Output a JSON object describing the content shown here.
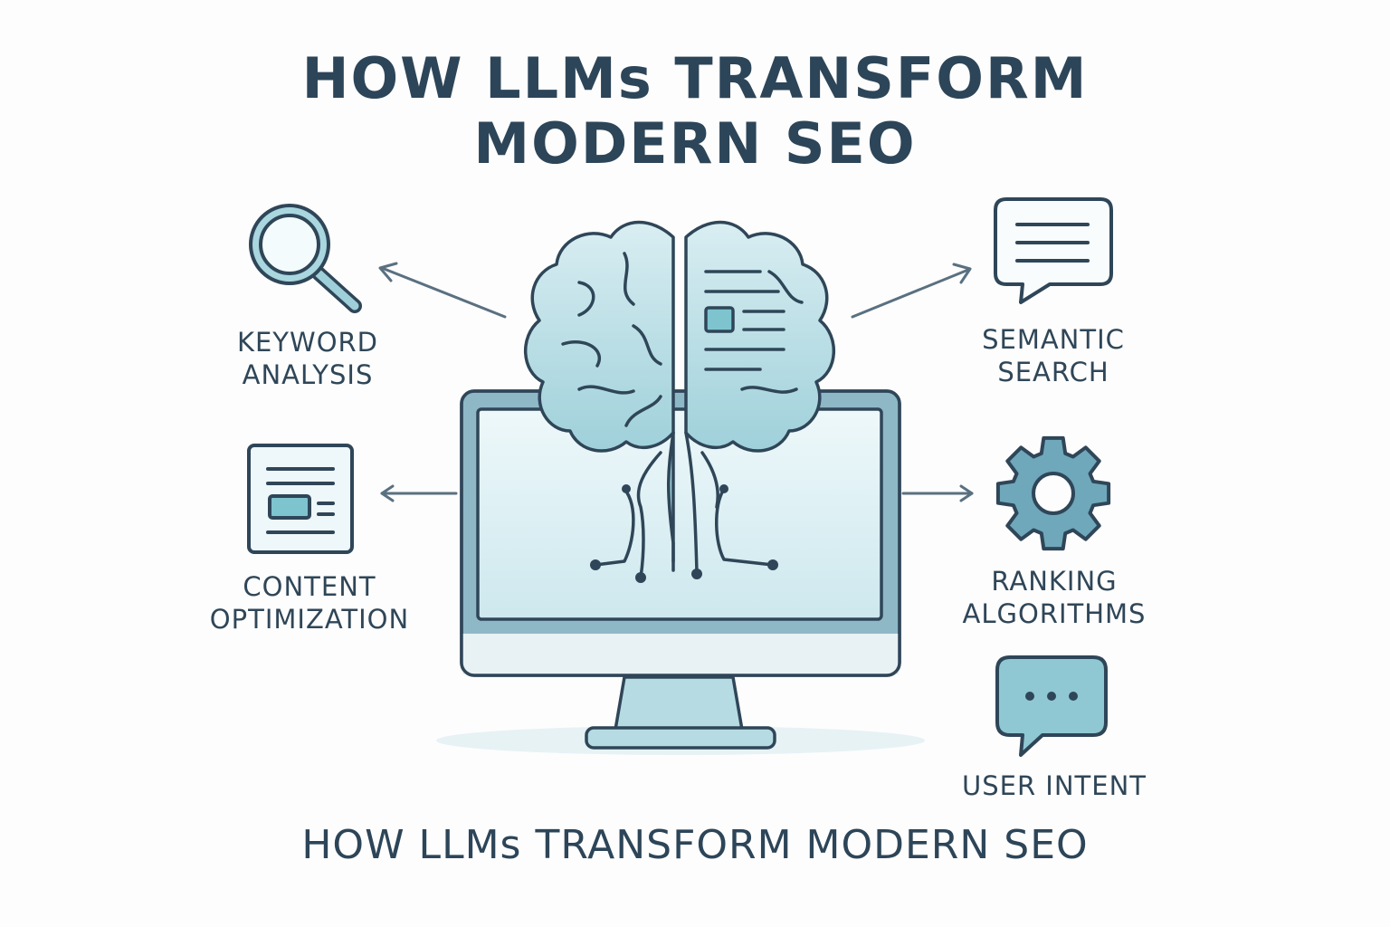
{
  "title": {
    "line1": "HOW LLMs TRANSFORM",
    "line2": "MODERN SEO"
  },
  "footer": "HOW LLMs TRANSFORM MODERN SEO",
  "features": {
    "keyword": {
      "line1": "KEYWORD",
      "line2": "ANALYSIS",
      "icon": "magnifier-icon"
    },
    "content": {
      "line1": "CONTENT",
      "line2": "OPTIMIZATION",
      "icon": "document-icon"
    },
    "semantic": {
      "line1": "SEMANTIC",
      "line2": "SEARCH",
      "icon": "speech-bubble-icon"
    },
    "ranking": {
      "line1": "RANKING",
      "line2": "ALGORITHMS",
      "icon": "gear-icon"
    },
    "intent": {
      "line1": "USER INTENT",
      "icon": "chat-dots-icon"
    }
  },
  "colors": {
    "stroke": "#2f4658",
    "teal": "#7ec4cf",
    "teal_light": "#cfe9ee",
    "screen": "#e4f3f6",
    "arrow": "#5a7080"
  }
}
